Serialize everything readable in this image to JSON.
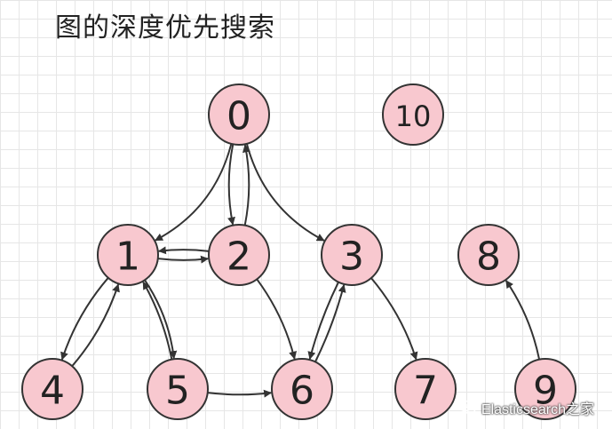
{
  "title": "图的深度优先搜索",
  "watermark": "Elasticsearch之家",
  "colors": {
    "node_fill": "#f8c8cf",
    "node_stroke": "#333333",
    "edge": "#333333"
  },
  "nodes": [
    "0",
    "1",
    "2",
    "3",
    "4",
    "5",
    "6",
    "7",
    "8",
    "9",
    "10"
  ],
  "edges": [
    {
      "from": "0",
      "to": "1"
    },
    {
      "from": "0",
      "to": "2"
    },
    {
      "from": "2",
      "to": "0"
    },
    {
      "from": "0",
      "to": "3"
    },
    {
      "from": "1",
      "to": "2"
    },
    {
      "from": "2",
      "to": "1"
    },
    {
      "from": "1",
      "to": "4"
    },
    {
      "from": "4",
      "to": "1"
    },
    {
      "from": "1",
      "to": "5"
    },
    {
      "from": "5",
      "to": "1"
    },
    {
      "from": "2",
      "to": "6"
    },
    {
      "from": "5",
      "to": "6"
    },
    {
      "from": "3",
      "to": "6"
    },
    {
      "from": "6",
      "to": "3"
    },
    {
      "from": "3",
      "to": "7"
    },
    {
      "from": "9",
      "to": "8"
    }
  ]
}
